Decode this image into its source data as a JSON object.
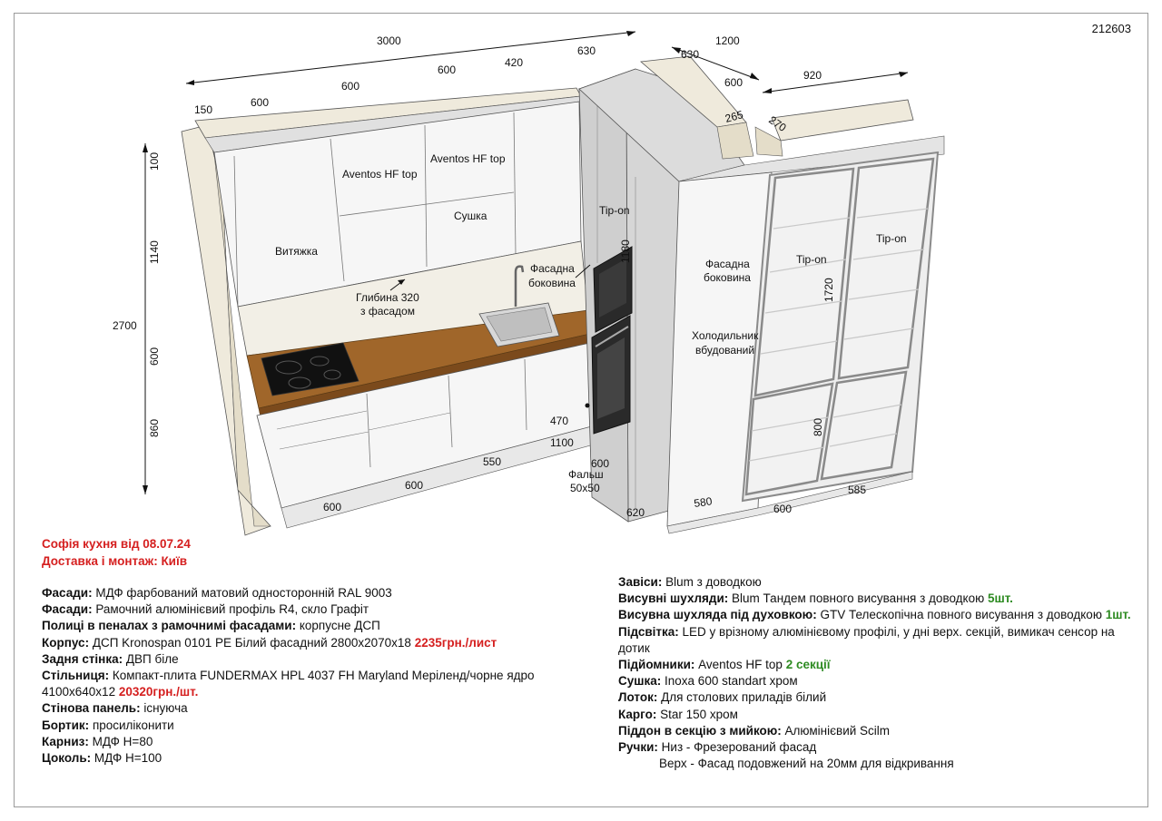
{
  "order_number": "212603",
  "title": "Софія кухня від 08.07.24",
  "delivery": "Доставка і монтаж: Київ",
  "dimensions": {
    "d3000": "3000",
    "d1200": "1200",
    "d630a": "630",
    "d630b": "630",
    "d600_top1": "600",
    "d420": "420",
    "d600_top2": "600",
    "d600_top3": "600",
    "d150": "150",
    "d920": "920",
    "d265": "265",
    "d270": "270",
    "d100": "100",
    "d1140": "1140",
    "d2700": "2700",
    "d600_left": "600",
    "d860": "860",
    "d1180": "1180",
    "d1720": "1720",
    "d800": "800",
    "d470": "470",
    "d1100": "1100",
    "d550": "550",
    "d600_base": "600",
    "d600_bl": "600",
    "d600_falsh": "600",
    "d620": "620",
    "d580": "580",
    "d600_fr": "600",
    "d585": "585"
  },
  "labels": {
    "aventos1": "Aventos HF top",
    "aventos2": "Aventos HF top",
    "hood": "Витяжка",
    "drying": "Сушка",
    "tipon1": "Tip-on",
    "tipon2": "Tip-on",
    "tipon3": "Tip-on",
    "depth1": "Глибина 320",
    "depth2": "з фасадом",
    "side_a1": "Фасадна",
    "side_a2": "боковина",
    "side_b1": "Фасадна",
    "side_b2": "боковина",
    "fridge1": "Холодильник",
    "fridge2": "вбудований",
    "falsh1": "Фальш",
    "falsh2": "50x50"
  },
  "specs_left": [
    {
      "k": "Фасади:",
      "v": " МДФ фарбований матовий односторонній RAL 9003"
    },
    {
      "k": "Фасади:",
      "v": " Рамочний алюмінієвий профіль R4, скло Графіт"
    },
    {
      "k": "Полиці в пеналах з рамочнимі фасадами:",
      "v": " корпусне ДСП"
    },
    {
      "k": "Корпус:",
      "v": " ДСП Kronospan 0101 PE Білий фасадний 2800x2070x18 ",
      "price": "2235грн./лист"
    },
    {
      "k": "Задня стінка:",
      "v": " ДВП біле"
    },
    {
      "k": "Стільниця:",
      "v": " Компакт-плита FUNDERMAX HPL 4037 FH Maryland Меріленд/чорне ядро"
    },
    {
      "k": "",
      "v": "4100x640x12 ",
      "price": "20320грн./шт."
    },
    {
      "k": "Стінова панель:",
      "v": " існуюча"
    },
    {
      "k": "Бортик:",
      "v": " просиліконити"
    },
    {
      "k": "Карниз:",
      "v": " МДФ Н=80"
    },
    {
      "k": "Цоколь:",
      "v": " МДФ Н=100"
    }
  ],
  "specs_right": [
    {
      "k": "Завіси:",
      "v": " Blum з доводкою"
    },
    {
      "k": "Висувні шухляди:",
      "v": " Blum Тандем повного висування з доводкою ",
      "note": "5шт."
    },
    {
      "k": "Висувна шухляда під духовкою:",
      "v": " GTV Телескопічна повного висування з доводкою ",
      "note": "1шт."
    },
    {
      "k": "Підсвітка:",
      "v": " LED у врізному алюмінієвому профілі, у дні верх. секцій, вимикач сенсор на"
    },
    {
      "k": "",
      "v": "дотик"
    },
    {
      "k": "Підйомники:",
      "v": " Aventos HF top ",
      "note": "2 секції"
    },
    {
      "k": "Сушка:",
      "v": " Inoxa 600 standart хром"
    },
    {
      "k": "Лоток:",
      "v": " Для столових приладів білий"
    },
    {
      "k": "Карго:",
      "v": " Star 150 хром"
    },
    {
      "k": "Піддон в секцію з мийкою:",
      "v": " Алюмінієвий Scilm"
    },
    {
      "k": "Ручки:",
      "v": " Низ - Фрезерований фасад"
    },
    {
      "k": "",
      "v": "Верх - Фасад подовжений на 20мм для відкривання",
      "indent": true
    }
  ],
  "colors": {
    "wall": "#efeadc",
    "cabinet": "#f4f4f4",
    "tall_gray": "#d4d4d4",
    "counter": "#a0662a",
    "glass": "#eaeaea",
    "frame": "#8a8a8a",
    "price_red": "#d51f1f",
    "note_green": "#2e8b22"
  }
}
